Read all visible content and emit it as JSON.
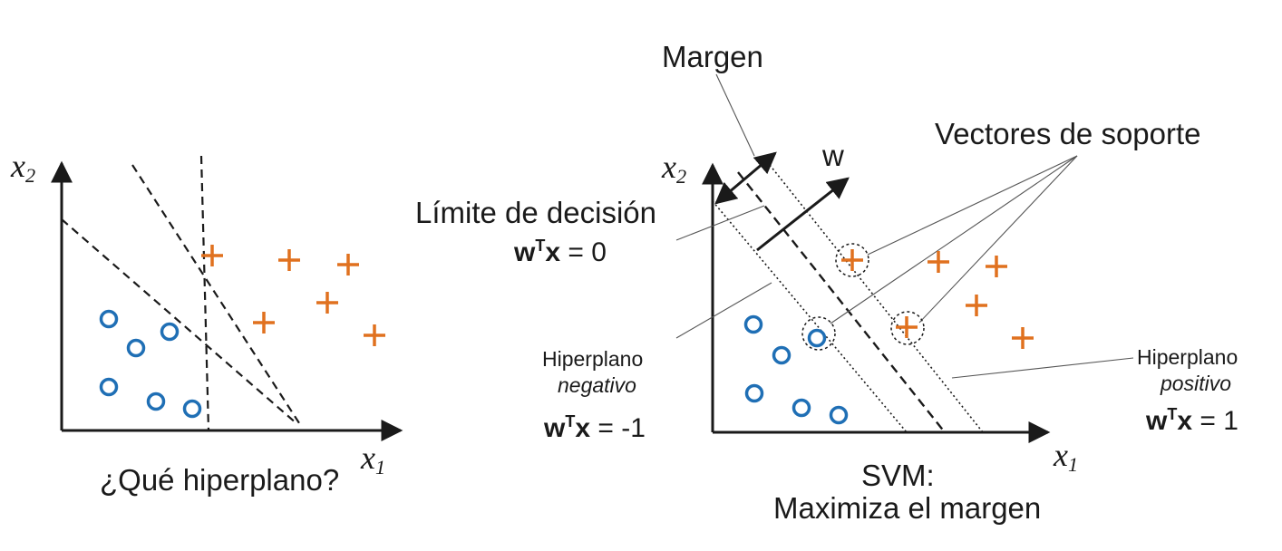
{
  "left": {
    "x1_axis": "x",
    "x1_sub": "1",
    "x2_axis": "x",
    "x2_sub": "2",
    "caption": "¿Qué hiperplano?"
  },
  "right": {
    "x1_axis": "x",
    "x1_sub": "1",
    "x2_axis": "x",
    "x2_sub": "2",
    "margin_label": "Margen",
    "w_label": "w",
    "support_label": "Vectores de soporte",
    "decision_label": "Límite de decisión",
    "decision_eq": {
      "w": "w",
      "T": "T",
      "x": "x",
      "rhs": " = 0"
    },
    "neg_label_1": "Hiperplano",
    "neg_label_2": "negativo",
    "neg_eq": {
      "w": "w",
      "T": "T",
      "x": "x",
      "rhs": " = -1"
    },
    "pos_label_1": "Hiperplano",
    "pos_label_2": "positivo",
    "pos_eq": {
      "w": "w",
      "T": "T",
      "x": "x",
      "rhs": " = 1"
    },
    "caption_1": "SVM:",
    "caption_2": "Maximiza el margen"
  },
  "colors": {
    "circle": "#1f6fb5",
    "plus": "#e0711f",
    "ink": "#1a1a1a",
    "leader": "#555555"
  }
}
